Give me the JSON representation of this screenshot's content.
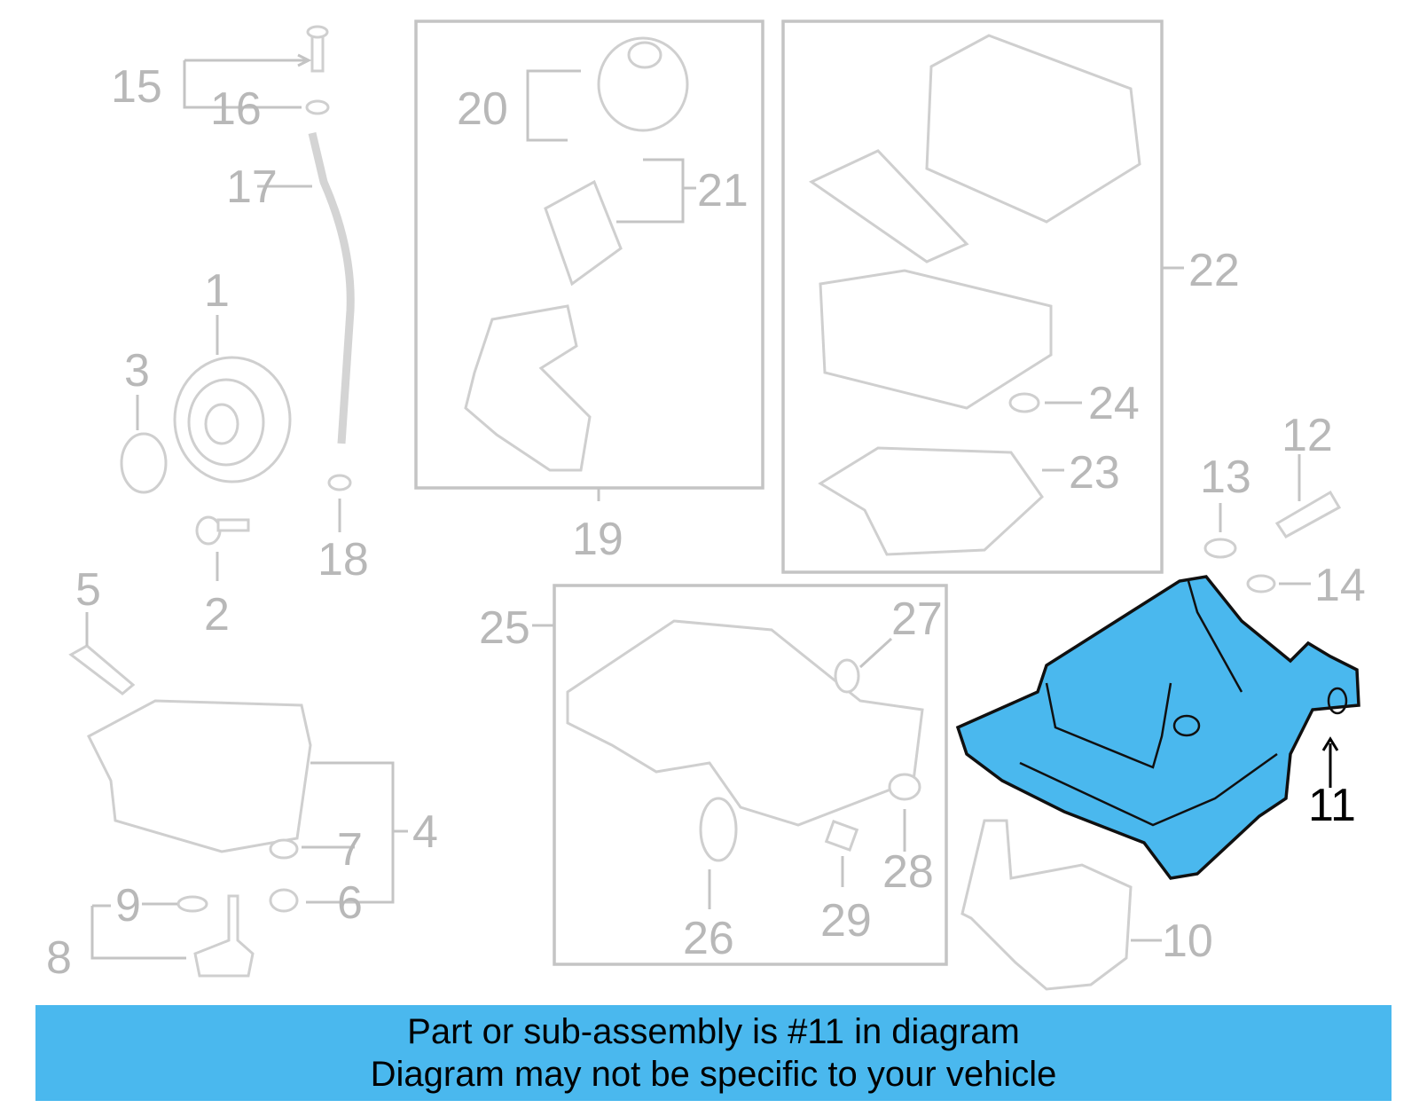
{
  "callouts": {
    "c1": "1",
    "c2": "2",
    "c3": "3",
    "c4": "4",
    "c5": "5",
    "c6": "6",
    "c7": "7",
    "c8": "8",
    "c9": "9",
    "c10": "10",
    "c11": "11",
    "c12": "12",
    "c13": "13",
    "c14": "14",
    "c15": "15",
    "c16": "16",
    "c17": "17",
    "c18": "18",
    "c19": "19",
    "c20": "20",
    "c21": "21",
    "c22": "22",
    "c23": "23",
    "c24": "24",
    "c25": "25",
    "c26": "26",
    "c27": "27",
    "c28": "28",
    "c29": "29"
  },
  "highlight": {
    "part_number": "11",
    "color": "#4ab8ee"
  },
  "banner": {
    "line1": "Part or sub-assembly is #11 in diagram",
    "line2": "Diagram may not be specific to your vehicle",
    "background": "#4ab8ee"
  }
}
